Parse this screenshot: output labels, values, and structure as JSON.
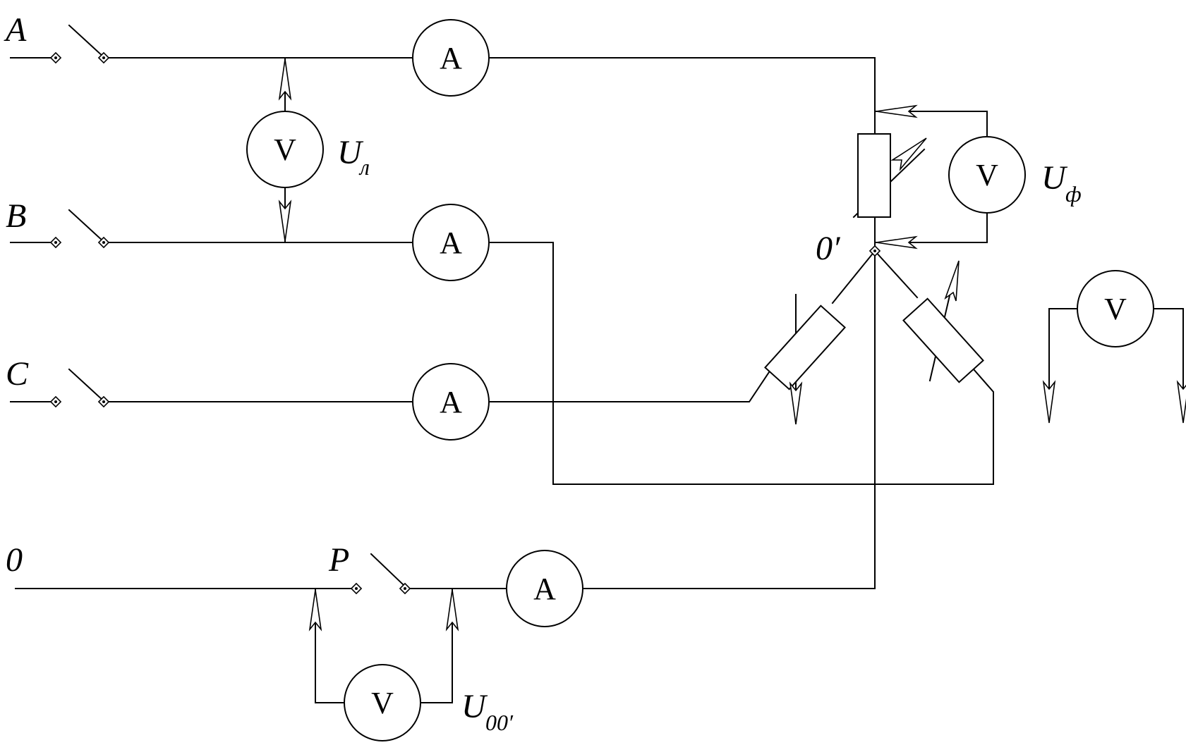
{
  "colors": {
    "background": "#ffffff",
    "ink": "#000000"
  },
  "symbols": {
    "ammeter": "A",
    "voltmeter": "V"
  },
  "labels": {
    "line_a": "A",
    "line_b": "B",
    "line_c": "C",
    "neutral": "0",
    "switch_p": "P",
    "star_point": "0′",
    "line_voltage": "U",
    "line_voltage_sub": "л",
    "phase_voltage": "U",
    "phase_voltage_sub": "ф",
    "neutral_voltage": "U",
    "neutral_voltage_sub": "00′"
  }
}
